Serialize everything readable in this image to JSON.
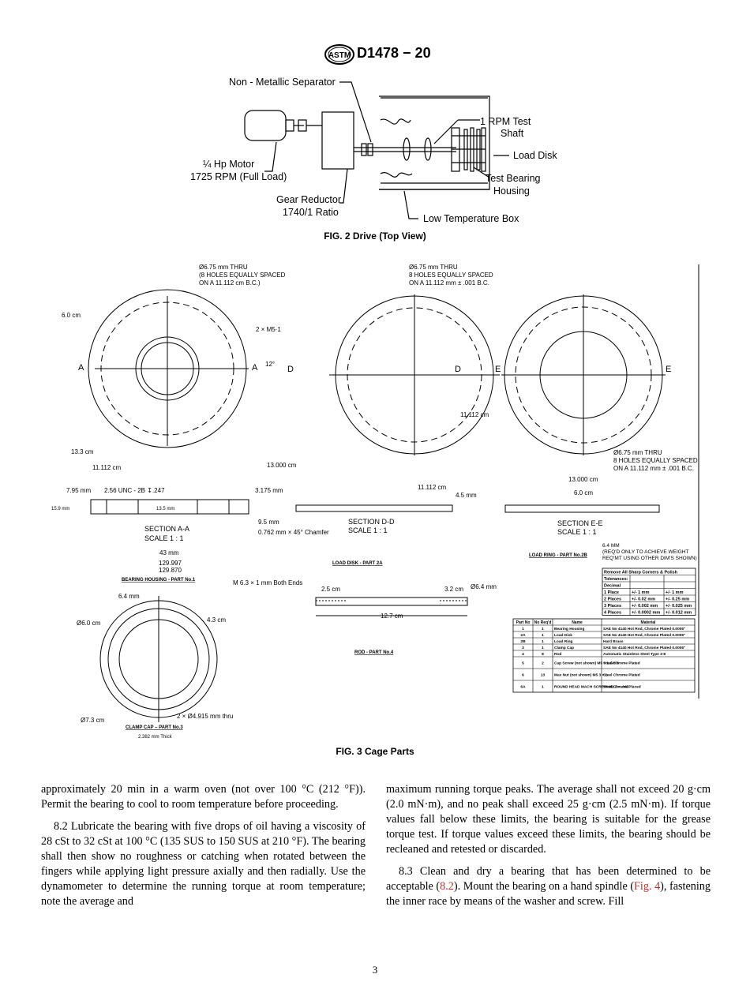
{
  "header": {
    "logo_label": "ASTM",
    "doc_id": "D1478 − 20"
  },
  "fig2": {
    "caption": "FIG. 2 Drive (Top View)",
    "labels": {
      "separator": "Non - Metallic Separator",
      "test_shaft_1": "1 RPM Test",
      "test_shaft_2": "Shaft",
      "load_disk": "Load Disk",
      "bearing_housing_1": "Test Bearing",
      "bearing_housing_2": "Housing",
      "motor_1": "¼ Hp Motor",
      "motor_2": "1725 RPM (Full Load)",
      "gear_1": "Gear Reductor",
      "gear_2": "1740/1 Ratio",
      "low_temp": "Low Temperature Box"
    }
  },
  "fig3": {
    "caption": "FIG. 3 Cage Parts",
    "housing": {
      "hole_note_1": "Ø6.75 mm THRU",
      "hole_note_2": "(8 HOLES EQUALLY SPACED",
      "hole_note_3": "ON A 11.112 cm B.C.)",
      "dim_6cm": "6.0 cm",
      "screws": "2 × M5·1",
      "angle": "12°",
      "dim_13_3": "13.3 cm",
      "dim_11_112": "11.112 cm",
      "sec_a": "A"
    },
    "disk": {
      "hole_note_1": "Ø6.75 mm THRU",
      "hole_note_2": "8 HOLES EQUALLY SPACED",
      "hole_note_3": "ON A 11.112 mm ± .001 B.C.",
      "dim_13": "13.000 cm",
      "dim_11_112": "11.112 cm",
      "sec_d": "D"
    },
    "ring": {
      "dim_11_112": "11.112 cm",
      "hole_note_1": "Ø6.75 mm THRU",
      "hole_note_2": "8 HOLES EQUALLY SPACED",
      "hole_note_3": "ON A 11.112 mm ± .001 B.C.",
      "sec_e": "E"
    },
    "section_aa": {
      "dim_795": "7.95 mm",
      "thread": "2.56 UNC - 2B ↧.247",
      "dim_3175": "3.175 mm",
      "dim_159": "15.9 mm",
      "dim_135": "13.5 mm",
      "dim_95": "9.5 mm",
      "chamfer": "0.762 mm × 45° Chamfer",
      "title_1": "SECTION A-A",
      "title_2": "SCALE 1 : 1",
      "dim_43": "43 mm",
      "dim_129997": "129.997",
      "dim_129870": "129.870",
      "part_title": "BEARING HOUSING - PART No.1"
    },
    "section_dd": {
      "dim_45": "4.5 mm",
      "title_1": "SECTION D-D",
      "title_2": "SCALE 1 : 1",
      "part_title": "LOAD DISK - PART 2A"
    },
    "section_ee": {
      "dim_13": "13.000 cm",
      "dim_6": "6.0 cm",
      "title_1": "SECTION E-E",
      "title_2": "SCALE 1 : 1",
      "note_1": "6.4 MM",
      "note_2": "(REQ'D ONLY TO ACHIEVE WEIGHT",
      "note_3": "REQ'MT USING OTHER DIM'S SHOWN)",
      "part_title": "LOAD RING - PART No.2B"
    },
    "rod": {
      "thread_note": "M 6.3 × 1 mm Both Ends",
      "dim_25": "2.5 cm",
      "dim_32": "3.2 cm",
      "dim_64": "Ø6.4 mm",
      "dim_127": "12.7 cm",
      "part_title": "ROD - PART No.4"
    },
    "clamp": {
      "dim_64": "6.4 mm",
      "dim_6": "Ø6.0 cm",
      "dim_43": "4.3 cm",
      "holes": "2 × Ø4.915 mm thru",
      "dim_73": "Ø7.3 cm",
      "part_title": "CLAMP CAP – PART No.3",
      "thick": "2.382 mm Thick"
    },
    "tolerance_table": {
      "header": "Remove All Sharp Corners & Polish",
      "rows": [
        [
          "Tolerances:",
          "",
          ""
        ],
        [
          "Decimal",
          "",
          ""
        ],
        [
          "1 Place",
          "+/- 1 mm",
          "+/- 1 mm"
        ],
        [
          "2 Places",
          "+/- 0.02 mm",
          "+/- 0.25 mm"
        ],
        [
          "3 Places",
          "+/- 0.002 mm",
          "+/- 0.025 mm"
        ],
        [
          "4 Places",
          "+/- 0.0002 mm",
          "+/- 0.012 mm"
        ]
      ]
    },
    "parts_table": {
      "headers": [
        "Part No",
        "No Req'd",
        "Name",
        "Material"
      ],
      "rows": [
        [
          "1",
          "1",
          "Bearing Housing",
          "SAE No 4140 Hot Rod, Chrome Plated 0.0005\""
        ],
        [
          "2A",
          "1",
          "Load Disk",
          "SAE No 4140 Hot Rod, Chrome Plated 0.0005\""
        ],
        [
          "2B",
          "1",
          "Load Ring",
          "Hard Brass"
        ],
        [
          "3",
          "1",
          "Clamp Cap",
          "SAE No 4140 Hot Rod, Chrome Plated 0.0005\""
        ],
        [
          "4",
          "8",
          "Rod",
          "Automatic Stainless Steel Type 3-8"
        ],
        [
          "5",
          "2",
          "Cap Screw (not shown) M5 × 1.GH 3",
          "Steel Chrome Plated"
        ],
        [
          "6",
          "13",
          "Max Nut (not shown) M5 3 × 1",
          "Steel Chrome Plated"
        ],
        [
          "6A",
          "1",
          "ROUND HEAD MACH SCREW M2.2 × .045",
          "Steel Chrome Placed"
        ]
      ]
    }
  },
  "body": {
    "left": {
      "p1": "approximately 20 min in a warm oven (not over 100 °C (212 °F)). Permit the bearing to cool to room temperature before proceeding.",
      "p2": "8.2 Lubricate the bearing with five drops of oil having a viscosity of 28 cSt to 32 cSt at 100 °C (135 SUS to 150 SUS at 210 °F). The bearing shall then show no roughness or catching when rotated between the fingers while applying light pressure axially and then radially. Use the dynamometer to determine the running torque at room temperature; note the average and"
    },
    "right": {
      "p1": "maximum running torque peaks. The average shall not exceed 20 g·cm (2.0 mN·m), and no peak shall exceed 25 g·cm (2.5 mN·m). If torque values fall below these limits, the bearing is suitable for the grease torque test. If torque values exceed these limits, the bearing should be recleaned and retested or discarded.",
      "p2_a": "8.3 Clean and dry a bearing that has been determined to be acceptable (",
      "p2_ref1": "8.2",
      "p2_b": "). Mount the bearing on a hand spindle (",
      "p2_ref2": "Fig. 4",
      "p2_c": "), fastening the inner race by means of the washer and screw. Fill"
    }
  },
  "page_number": "3"
}
